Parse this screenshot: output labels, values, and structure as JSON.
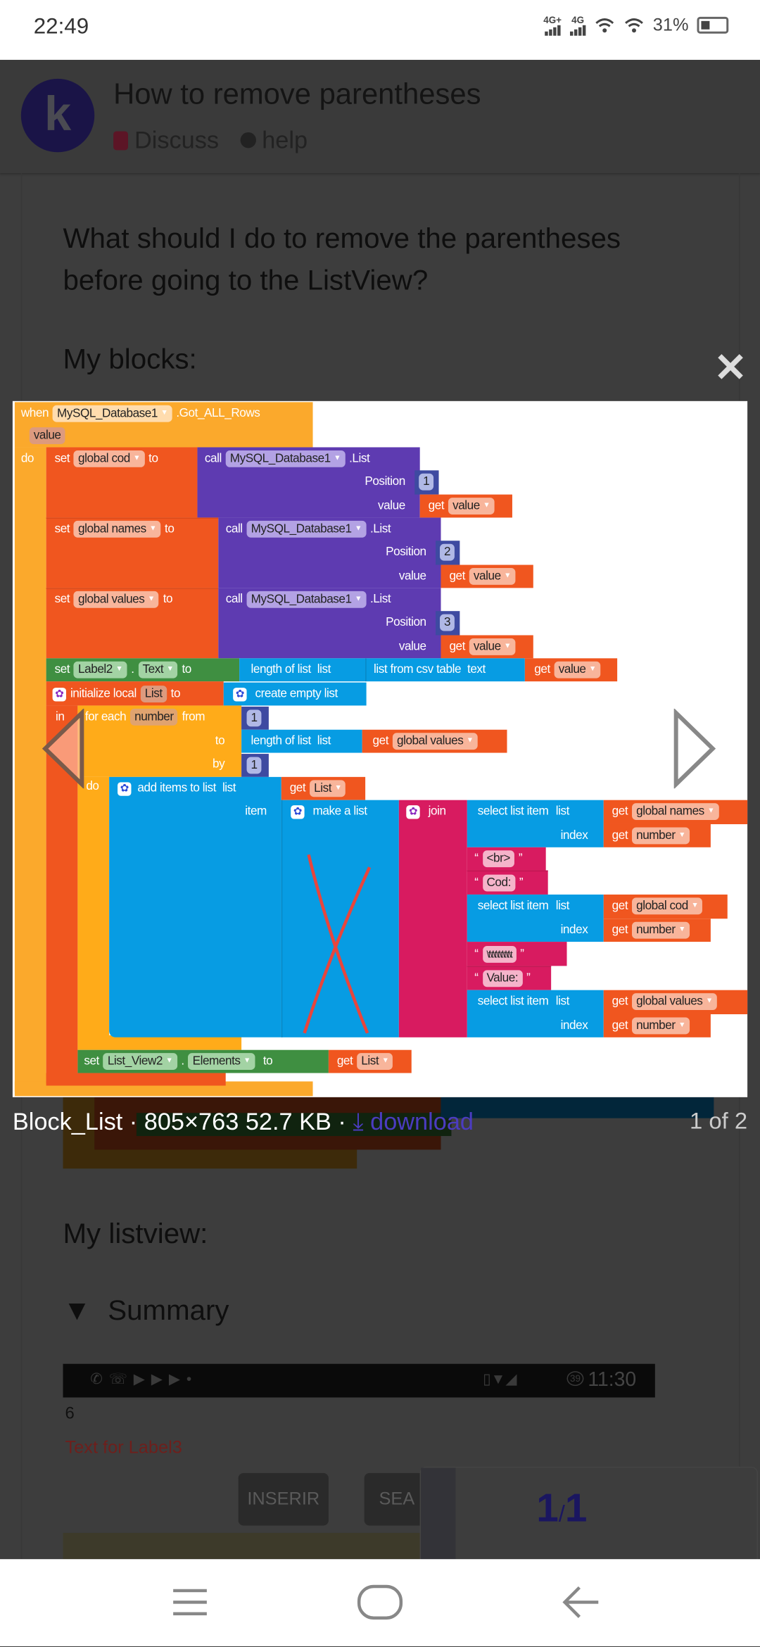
{
  "status_bar": {
    "time": "22:49",
    "net1": "4G+",
    "net2": "4G",
    "battery": "31%"
  },
  "topic": {
    "avatar_letter": "k",
    "title": "How to remove parentheses",
    "category": "Discuss",
    "tag": "help"
  },
  "post": {
    "question_line1": "What should I do to remove the parentheses",
    "question_line2": "before going to the ListView?",
    "my_blocks": "My blocks:",
    "my_listview": "My listview:",
    "summary": "Summary",
    "summary_toggle": "▼",
    "phone_time": "11:30",
    "phone_badge": "39",
    "count_value": "6",
    "label3_text": "Text for Label3",
    "button_insert": "INSERIR",
    "button_search": "SEA",
    "timeline": {
      "current": "1",
      "total": "1"
    }
  },
  "lightbox": {
    "close": "✕",
    "filename": "Block_List",
    "meta": "· 805×763 52.7 KB ·",
    "download": "download",
    "counter": "1 of 2",
    "blocks": {
      "when": "when",
      "component": "MySQL_Database1",
      "event": ".Got_ALL_Rows",
      "param": "value",
      "do": "do",
      "set": "set",
      "to": "to",
      "call": "call",
      "method": ".List",
      "position": "Position",
      "value_label": "value",
      "get": "get",
      "var_cod": "global cod",
      "var_names": "global names",
      "var_values": "global values",
      "num1": "1",
      "num2": "2",
      "num3": "3",
      "label2": "Label2",
      "dot": ".",
      "prop_text": "Text",
      "length_of_list": "length of list",
      "list": "list",
      "list_from_csv": "list from csv table",
      "text": "text",
      "init_local": "initialize local",
      "local_name": "List",
      "create_empty": "create empty list",
      "in": "in",
      "for_each": "for each",
      "loop_var": "number",
      "from": "from",
      "by": "by",
      "add_items": "add items to list",
      "item": "item",
      "make_a_list": "make a list",
      "join": "join",
      "select_list_item": "select list item",
      "index": "index",
      "str_br": "<br>",
      "str_cod": "Cod:",
      "str_tabs": "\\t\\t\\t\\t\\t\\t\\t\\t",
      "str_value": "Value:",
      "listview": "List_View2",
      "prop_elements": "Elements",
      "quote_open": "“",
      "quote_close": "”"
    }
  },
  "colors": {
    "event": "#fba92c",
    "variable": "#f0561f",
    "procedure": "#5e3bb1",
    "list": "#079ce3",
    "text": "#d81b60",
    "component": "#3f8f41",
    "control": "#ffab19",
    "math": "#3e4aa1"
  }
}
